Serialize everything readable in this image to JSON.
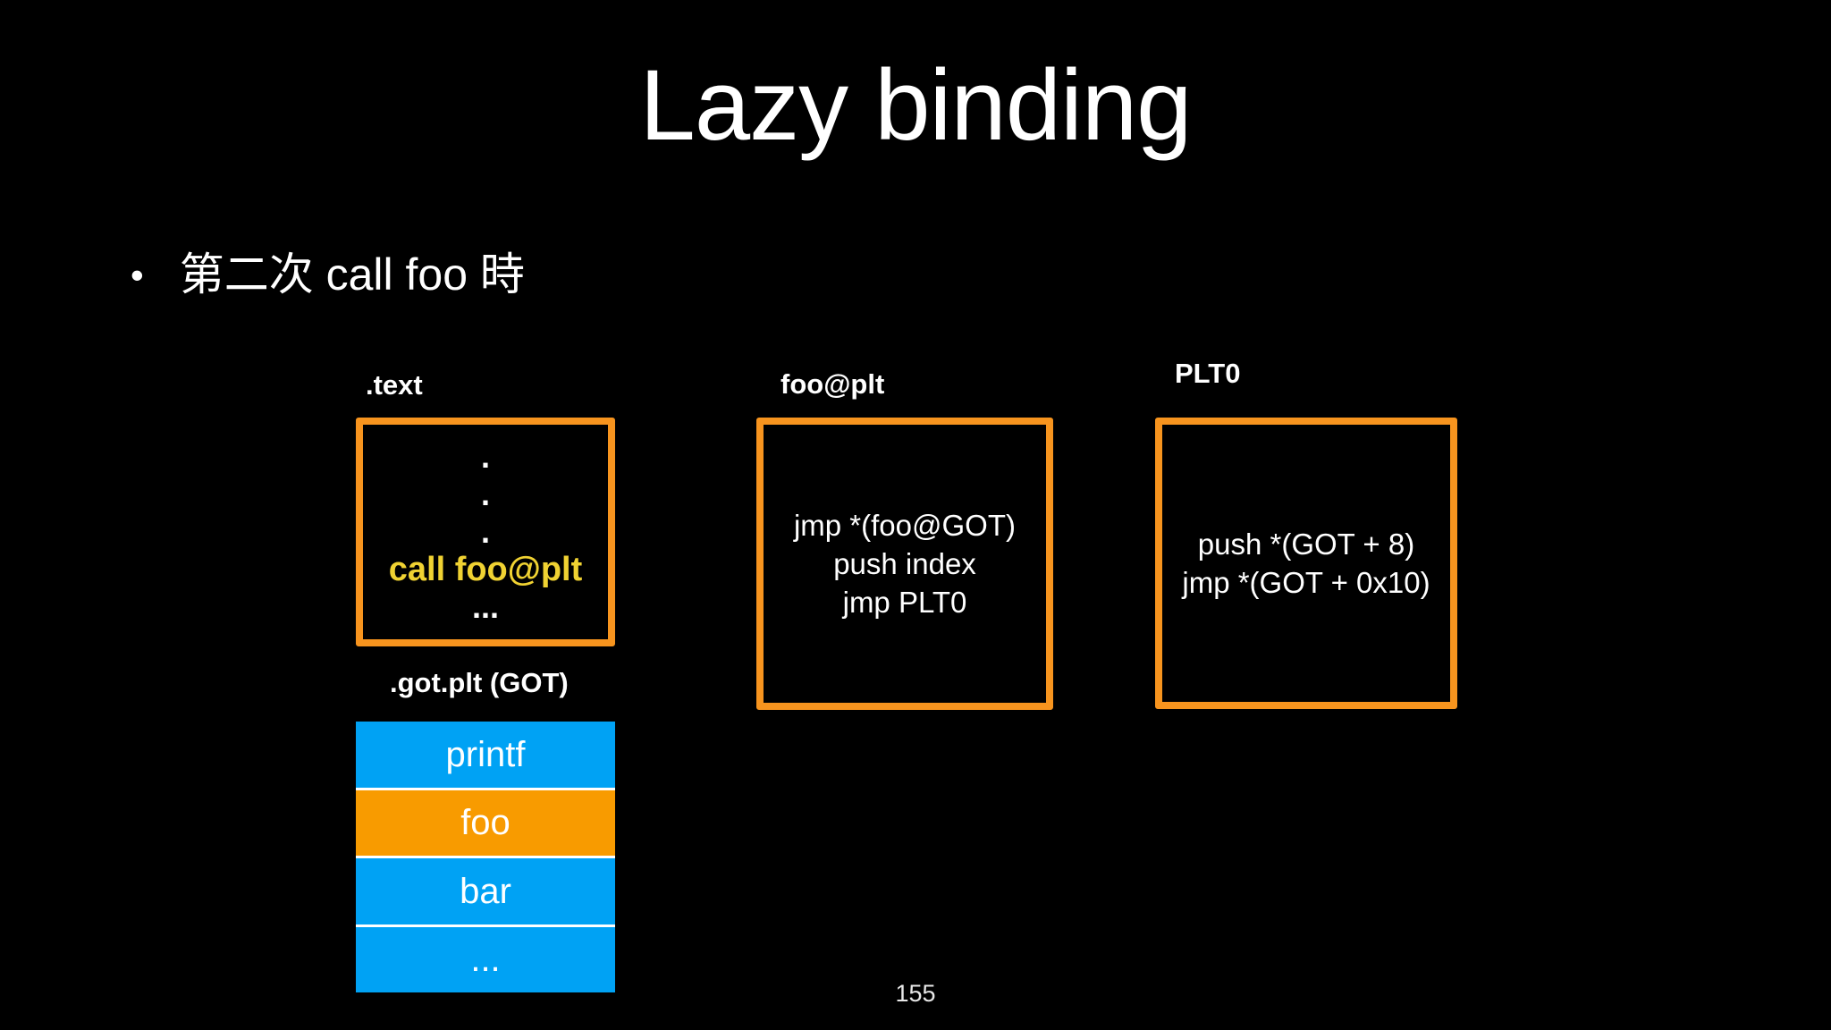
{
  "slide": {
    "title": "Lazy binding",
    "bullet_icon": "•",
    "bullet": "第二次 call foo 時",
    "page_number": "155"
  },
  "colors": {
    "background": "#000000",
    "accent_orange": "#F7941E",
    "row_blue": "#00A2F4",
    "row_orange": "#F89B00",
    "highlight_yellow": "#F0D232",
    "text_white": "#FFFFFF",
    "separator_white": "#FFFFFF"
  },
  "diagram": {
    "text_box": {
      "label": ".text",
      "lines": [
        ".",
        ".",
        ".",
        "call foo@plt",
        "..."
      ]
    },
    "fooplt_box": {
      "label": "foo@plt",
      "lines": [
        "jmp *(foo@GOT)",
        "push index",
        "jmp PLT0"
      ]
    },
    "plt0_box": {
      "label": "PLT0",
      "lines": [
        "push *(GOT + 8)",
        "jmp *(GOT + 0x10)"
      ]
    },
    "got_table": {
      "label": ".got.plt (GOT)",
      "rows": [
        "printf",
        "foo",
        "bar",
        "..."
      ]
    }
  }
}
